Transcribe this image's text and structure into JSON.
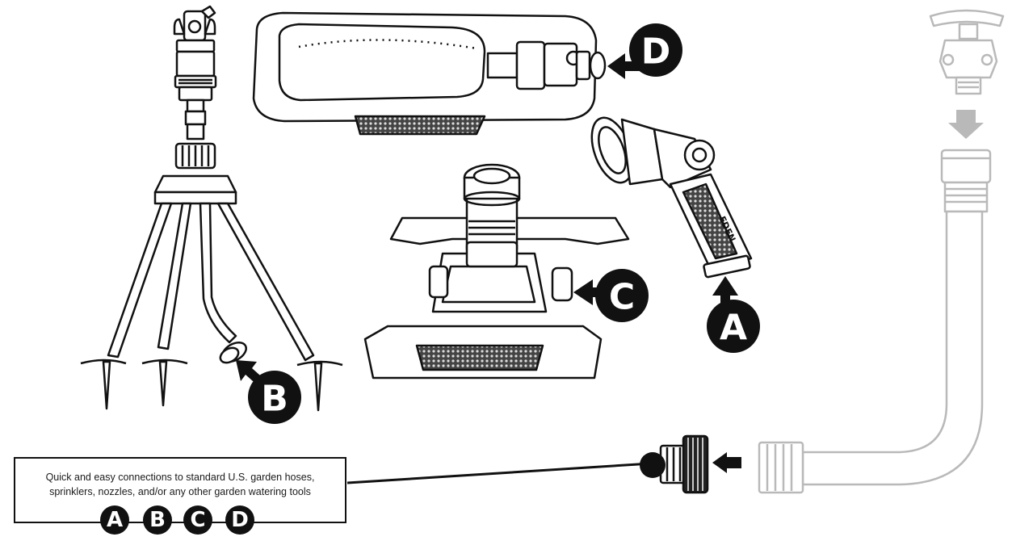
{
  "callouts": {
    "a": "A",
    "b": "B",
    "c": "C",
    "d": "D"
  },
  "info": {
    "line1": "Quick and easy connections to standard U.S. garden hoses,",
    "line2": "sprinklers, nozzles, and/or any other garden watering tools",
    "badges": [
      "A",
      "B",
      "C",
      "D"
    ]
  },
  "nozzle_brand": "EDEN",
  "colors": {
    "ink": "#111111",
    "ghost": "#b9b9b9"
  },
  "icons": [
    "tripod-sprinkler-icon",
    "oscillating-sprinkler-icon",
    "spray-nozzle-icon",
    "rotary-sprinkler-icon",
    "spigot-icon",
    "hose-icon",
    "quick-connector-icon",
    "arrow-icon"
  ]
}
